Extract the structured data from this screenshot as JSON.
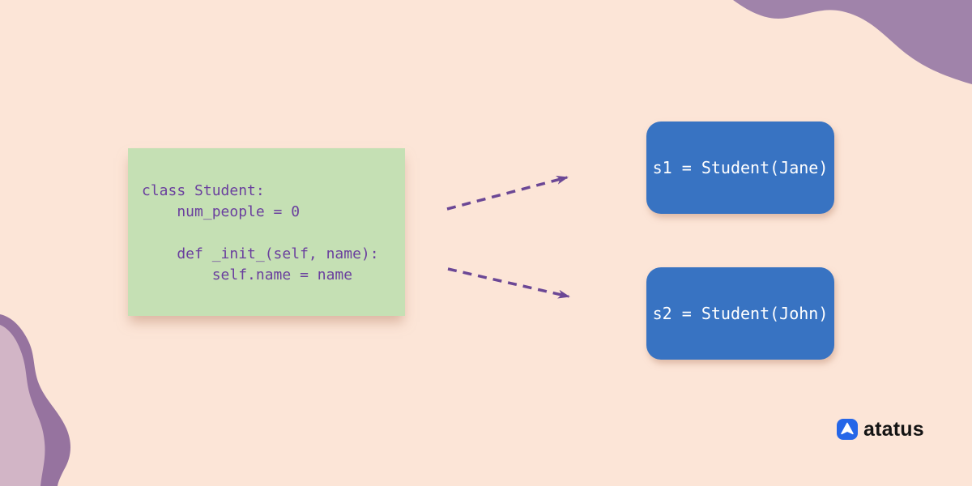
{
  "diagram": {
    "class_box": {
      "code_lines": [
        "class Student:",
        "    num_people = 0",
        "",
        "    def _init_(self, name):",
        "        self.name = name"
      ]
    },
    "instances": [
      {
        "label": "s1 = Student(Jane)"
      },
      {
        "label": "s2 = Student(John)"
      }
    ]
  },
  "branding": {
    "logo_text": "atatus"
  },
  "colors": {
    "background": "#fce5d7",
    "class_box_bg": "#c5e0b4",
    "code_text": "#6a3f9e",
    "instance_box_bg": "#3873c2",
    "instance_text": "#ffffff",
    "arrow": "#6b4795",
    "wave_top_right": "#a083aa",
    "blob_outer": "#96739f",
    "blob_inner": "#d2b5c6",
    "logo_icon": "#2566e8",
    "logo_text_color": "#141414"
  }
}
